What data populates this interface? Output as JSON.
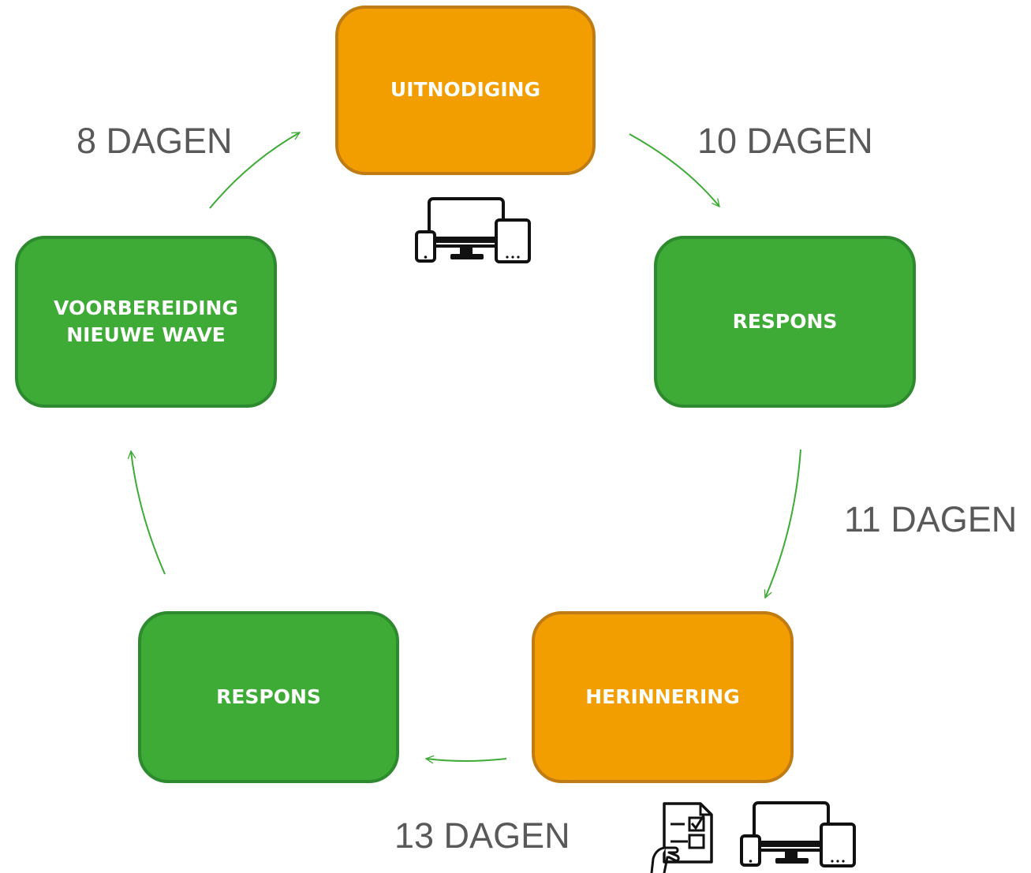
{
  "diagram": {
    "nodes": [
      {
        "id": "uitnodiging",
        "label": "UITNODIGING",
        "color": "#f29e00"
      },
      {
        "id": "respons-1",
        "label": "RESPONS",
        "color": "#3dab35"
      },
      {
        "id": "herinnering",
        "label": "HERINNERING",
        "color": "#f29e00"
      },
      {
        "id": "respons-2",
        "label": "RESPONS",
        "color": "#3dab35"
      },
      {
        "id": "voorbereiding",
        "label": "VOORBEREIDING\nNIEUWE WAVE",
        "color": "#3dab35"
      }
    ],
    "edges": [
      {
        "from": "uitnodiging",
        "to": "respons-1",
        "label": "10 DAGEN"
      },
      {
        "from": "respons-1",
        "to": "herinnering",
        "label": "11 DAGEN"
      },
      {
        "from": "herinnering",
        "to": "respons-2",
        "label": "13 DAGEN"
      },
      {
        "from": "respons-2",
        "to": "voorbereiding",
        "label": ""
      },
      {
        "from": "voorbereiding",
        "to": "uitnodiging",
        "label": "8 DAGEN"
      }
    ],
    "icons": {
      "uitnodiging": [
        "multi-device-icon"
      ],
      "herinnering": [
        "paper-form-icon",
        "multi-device-icon"
      ]
    },
    "colors": {
      "arrow": "#3dab35",
      "label_text": "#595959",
      "orange": "#f29e00",
      "green": "#3dab35"
    }
  }
}
